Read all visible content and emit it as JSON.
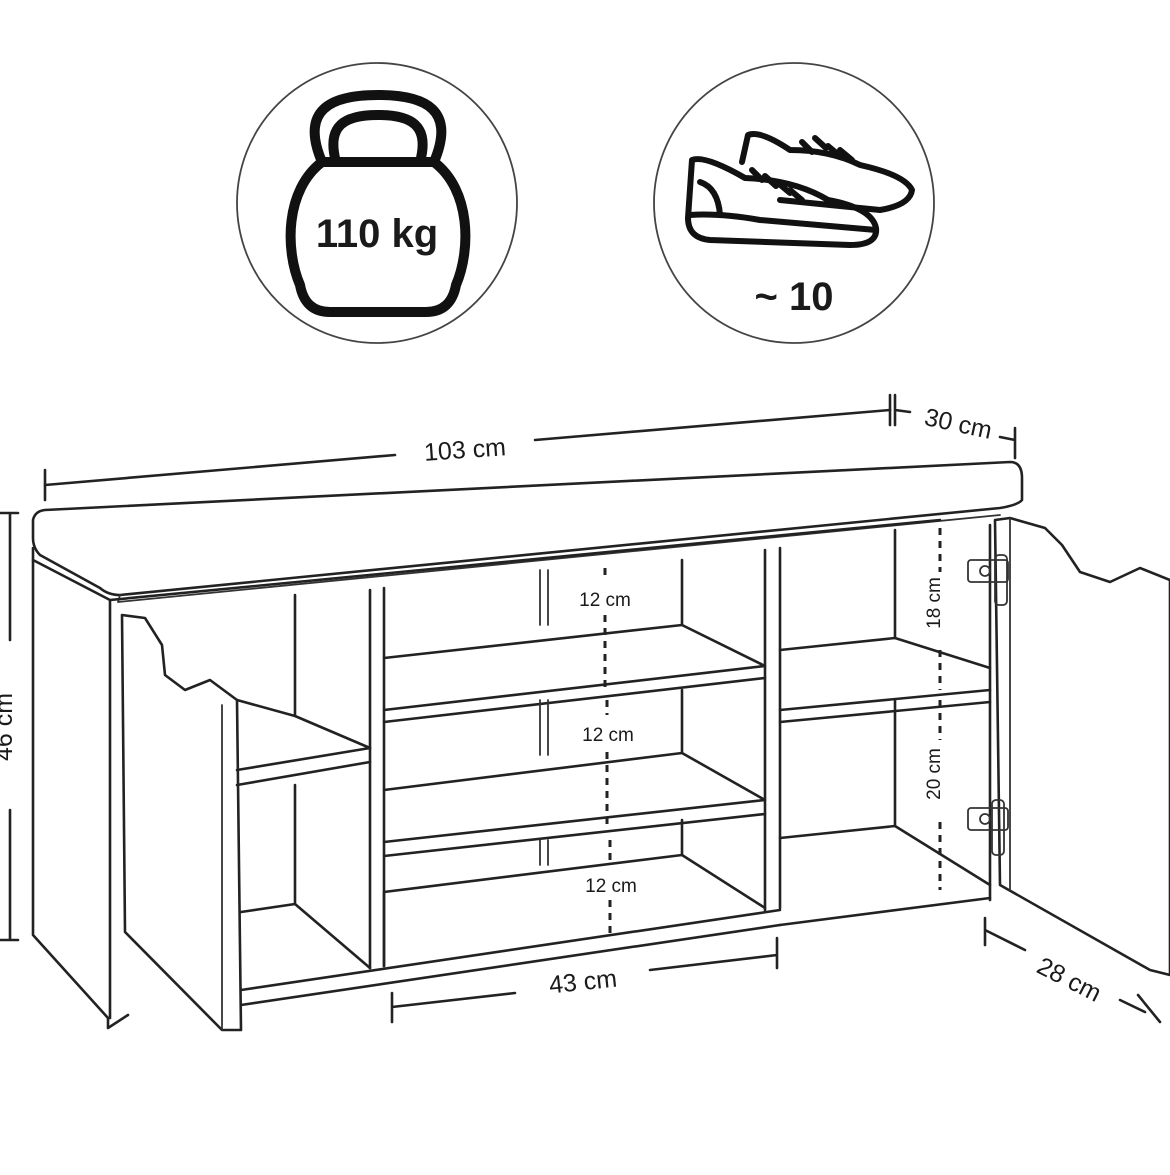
{
  "badges": {
    "weight": {
      "icon": "kettlebell-icon",
      "label": "110 kg"
    },
    "capacity": {
      "icon": "shoes-icon",
      "label": "~ 10"
    }
  },
  "dimensions": {
    "width": "103 cm",
    "depth": "30 cm",
    "height": "46 cm",
    "shelf_1": "12 cm",
    "shelf_2": "12 cm",
    "shelf_3": "12 cm",
    "side_top": "18 cm",
    "side_bottom": "20 cm",
    "inner_width": "43 cm",
    "inner_depth": "28 cm"
  }
}
